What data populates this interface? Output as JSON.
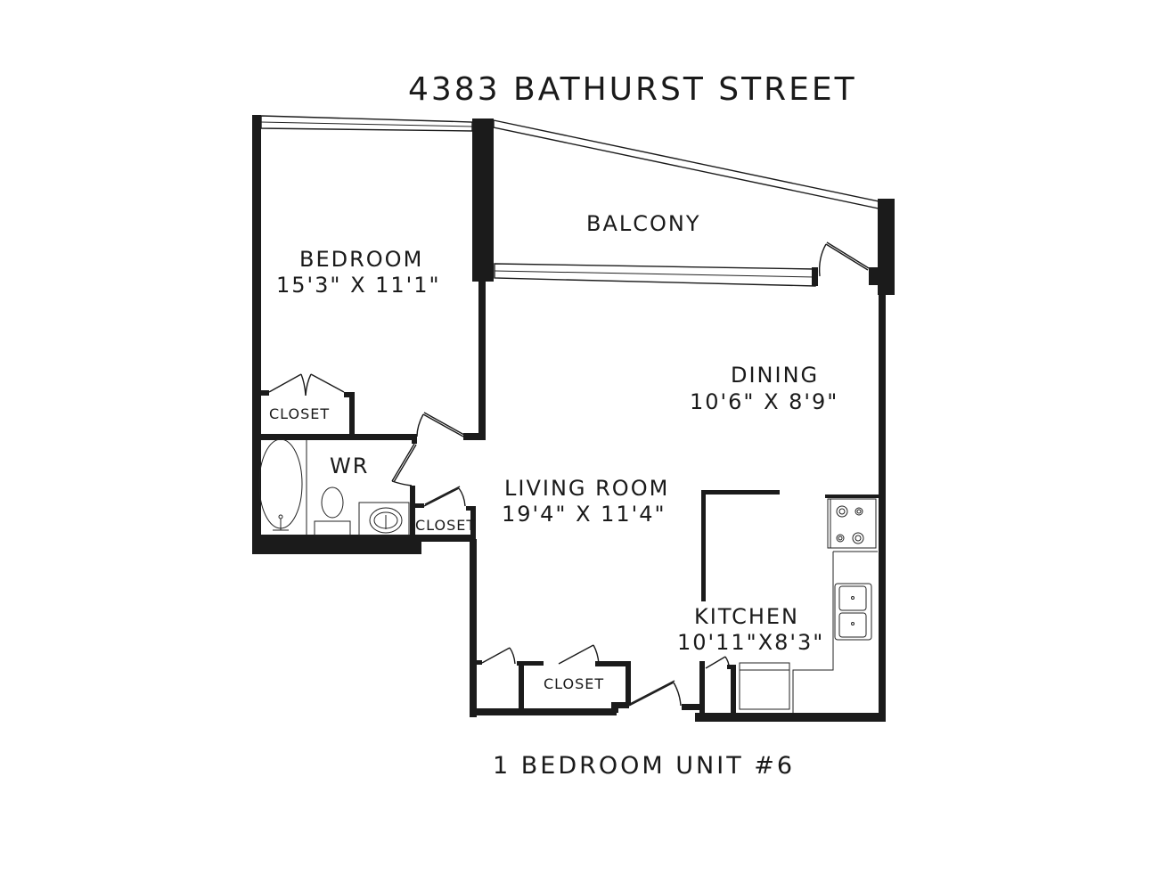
{
  "header": {
    "address": "4383 BATHURST STREET"
  },
  "rooms": {
    "bedroom": {
      "name": "BEDROOM",
      "dimensions": "15'3\"  X  11'1\""
    },
    "balcony": {
      "name": "BALCONY"
    },
    "dining": {
      "name": "DINING",
      "dimensions": "10'6\"  X  8'9\""
    },
    "living_room": {
      "name": "LIVING ROOM",
      "dimensions": "19'4\"  X  11'4\""
    },
    "kitchen": {
      "name": "KITCHEN",
      "dimensions": "10'11\"X8'3\""
    },
    "washroom": {
      "name": "WR"
    },
    "closets": [
      {
        "name": "CLOSET",
        "location": "bedroom"
      },
      {
        "name": "CLOSET",
        "location": "hall"
      },
      {
        "name": "CLOSET",
        "location": "entry"
      }
    ]
  },
  "footer": {
    "unit_label": "1 BEDROOM UNIT #6"
  },
  "colors": {
    "wall": "#1b1b1b",
    "background": "#ffffff"
  }
}
